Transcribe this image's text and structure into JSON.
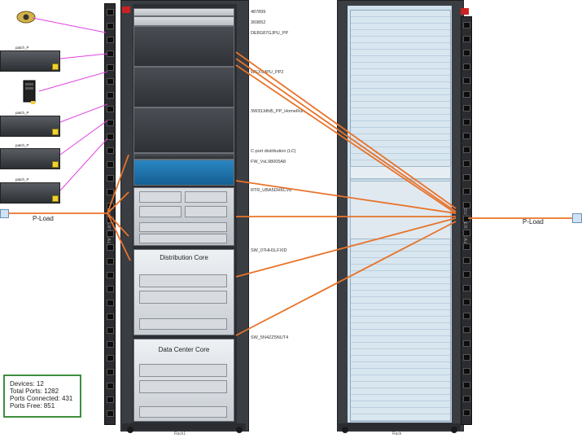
{
  "left_rack": {
    "name": "Rack1",
    "pdu_label": "PDU_VERTICAL",
    "devices": [
      {
        "id": "d1",
        "label": "487899"
      },
      {
        "id": "d2",
        "label": "369852"
      },
      {
        "id": "d3",
        "label": "DE8G87GJPU_PP"
      },
      {
        "id": "d4",
        "label": "WEXS4PU_PP2"
      },
      {
        "id": "d5",
        "label": "3W33Jdfd5_PP_HomeRun"
      },
      {
        "id": "d6",
        "label": "C-port distribution (LC)"
      },
      {
        "id": "d7",
        "label": "FW_VsL98005A8"
      },
      {
        "id": "d8",
        "label": "RTR_UBA5DH6CV8"
      },
      {
        "id": "d9",
        "label": "SW_07HH1LFXID"
      },
      {
        "id": "d10",
        "label": "SW_5N4ZZ5NUT4"
      }
    ],
    "cores": {
      "distribution": "Distribution Core",
      "datacenter": "Data Center Core"
    }
  },
  "right_rack": {
    "name": "Rack",
    "pdu_label": "PDU_VERTICAL"
  },
  "side_devices": [
    {
      "id": "s1",
      "tag": "patch_P"
    },
    {
      "id": "s2",
      "tag": "patch_P"
    },
    {
      "id": "s3",
      "tag": "patch_P"
    },
    {
      "id": "s4",
      "tag": "patch_P"
    }
  ],
  "power": {
    "left_label": "P-Load",
    "right_label": "P-Load"
  },
  "stats": {
    "devices": "Devices: 12",
    "total_ports": "Total Ports: 1282",
    "ports_connected": "Ports Connected: 431",
    "ports_free": "Ports Free: 851"
  },
  "colors": {
    "fiber_link": "#e8732a",
    "patch_link": "#e040e0",
    "rack_frame": "#3a3d42",
    "stats_border": "#3f8f3f"
  },
  "icons": [
    "camera-icon",
    "server-tower-icon",
    "power-outlet-icon",
    "warning-icon"
  ]
}
